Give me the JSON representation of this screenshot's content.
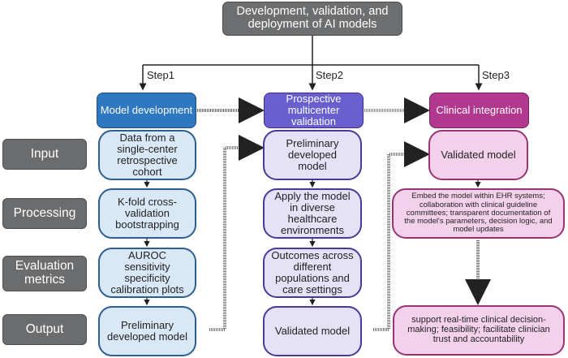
{
  "title": "Development, validation, and deployment of AI models",
  "steps": [
    "Step1",
    "Step2",
    "Step3"
  ],
  "row_labels": {
    "input": "Input",
    "processing": "Processing",
    "evaluation": "Evaluation metrics",
    "output": "Output"
  },
  "columns": [
    {
      "header": "Model development",
      "color": "#2d78c0",
      "cells": [
        "Data from a single-center retrospective cohort",
        "K-fold cross-validation bootstrapping",
        "AUROC sensitivity specificity calibration plots",
        "Preliminary developed model"
      ]
    },
    {
      "header": "Prospective multicenter validation",
      "color": "#6a5fcf",
      "cells": [
        "Preliminary developed model",
        "Apply the model in diverse healthcare environments",
        "Outcomes across different populations and care settings",
        "Validated model"
      ]
    },
    {
      "header": "Clinical integration",
      "color": "#b2378e",
      "cells": [
        "Validated model",
        "Embed the model within EHR systems; collaboration with clinical guideline committees; transparent documentation of the model's parameters, decision logic, and model updates",
        "support real-time clinical decision-making; feasibility; facilitate clinician trust and accountability"
      ]
    }
  ]
}
